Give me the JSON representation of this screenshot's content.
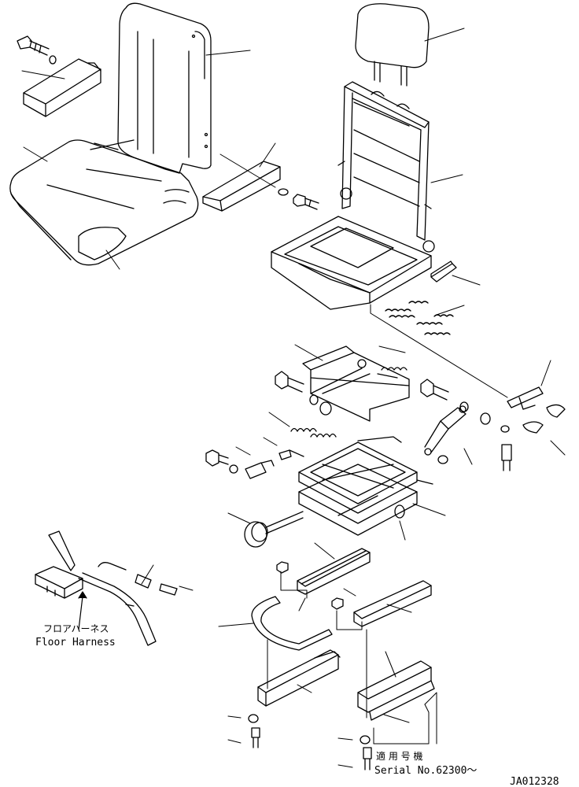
{
  "labels": {
    "floor_harness_jp": "フロアハーネス",
    "floor_harness_en": "Floor Harness",
    "serial_jp": "適 用 号 機",
    "serial_en": "Serial No.62300～",
    "drawing_code": "JA012328"
  }
}
